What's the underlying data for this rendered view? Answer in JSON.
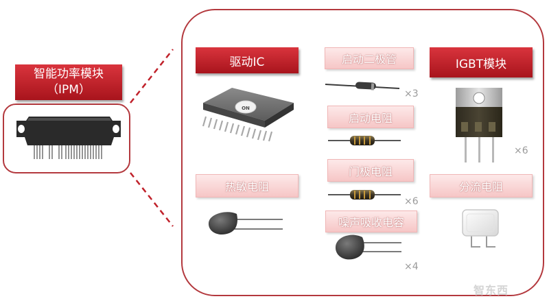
{
  "ipm": {
    "line1": "智能功率模块",
    "line2": "（IPM）"
  },
  "components": {
    "driver_ic": "驱动IC",
    "boot_diode": "启动二极管",
    "igbt_module": "IGBT模块",
    "boot_resistor": "启动电阻",
    "gate_resistor": "门极电阻",
    "thermistor": "热敏电阻",
    "shunt_resistor": "分流电阻",
    "snubber_capacitor": "噪声吸收电容"
  },
  "ic_marking": "ON",
  "quantities": {
    "diode": "×3",
    "igbt": "×6",
    "gate_resistor": "×6",
    "capacitor": "×4"
  },
  "watermark": "智东西",
  "colors": {
    "border": "#b3383d",
    "dark_label": "#c0212a",
    "light_label": "#f9d6d6",
    "multiplier_text": "#9a9a9a"
  }
}
